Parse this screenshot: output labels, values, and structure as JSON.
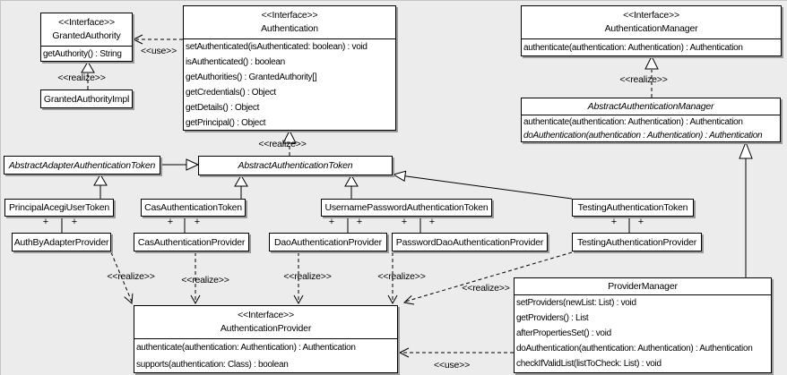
{
  "diagram": {
    "kind": "uml-class-diagram",
    "background": "#ececec",
    "box_fill": "#ffffff",
    "line_color": "#000000",
    "shadow_color": "#9a9a9a"
  },
  "edge_labels": {
    "use": "<<use>>",
    "realize": "<<realize>>",
    "plus": "+"
  },
  "classes": {
    "granted_authority": {
      "stereotype": "<<Interface>>",
      "name": "GrantedAuthority",
      "methods": [
        "getAuthority() : String"
      ]
    },
    "granted_authority_impl": {
      "name": "GrantedAuthorityImpl"
    },
    "authentication": {
      "stereotype": "<<Interface>>",
      "name": "Authentication",
      "methods": [
        "setAuthenticated(isAuthenticated: boolean) : void",
        "isAuthenticated() : boolean",
        "getAuthorities() : GrantedAuthority[]",
        "getCredentials() : Object",
        "getDetails() : Object",
        "getPrincipal() : Object"
      ]
    },
    "authentication_manager": {
      "stereotype": "<<Interface>>",
      "name": "AuthenticationManager",
      "methods": [
        "authenticate(authentication: Authentication) : Authentication"
      ]
    },
    "abstract_authentication_manager": {
      "name": "AbstractAuthenticationManager",
      "abstract": true,
      "methods": [
        "authenticate(authentication: Authentication) : Authentication",
        "doAuthentication(authentication : Authentication) : Authentication"
      ]
    },
    "abstract_adapter_authentication_token": {
      "name": "AbstractAdapterAuthenticationToken",
      "abstract": true
    },
    "abstract_authentication_token": {
      "name": "AbstractAuthenticationToken",
      "abstract": true
    },
    "principal_acegi_user_token": {
      "name": "PrincipalAcegiUserToken"
    },
    "cas_authentication_token": {
      "name": "CasAuthenticationToken"
    },
    "username_password_authentication_token": {
      "name": "UsernamePasswordAuthenticationToken"
    },
    "testing_authentication_token": {
      "name": "TestingAuthenticationToken"
    },
    "auth_by_adapter_provider": {
      "name": "AuthByAdapterProvider"
    },
    "cas_authentication_provider": {
      "name": "CasAuthenticationProvider"
    },
    "dao_authentication_provider": {
      "name": "DaoAuthenticationProvider"
    },
    "password_dao_authentication_provider": {
      "name": "PasswordDaoAuthenticationProvider"
    },
    "testing_authentication_provider": {
      "name": "TestingAuthenticationProvider"
    },
    "authentication_provider": {
      "stereotype": "<<Interface>>",
      "name": "AuthenticationProvider",
      "methods": [
        "authenticate(authentication: Authentication) : Authentication",
        "supports(authentication: Class) : boolean"
      ]
    },
    "provider_manager": {
      "name": "ProviderManager",
      "methods": [
        "setProviders(newList: List) : void",
        "getProviders() : List",
        "afterPropertiesSet() : void",
        "doAuthentication(authentication: Authentication) : Authentication",
        "checkIfValidList(listToCheck: List) : void"
      ]
    }
  }
}
